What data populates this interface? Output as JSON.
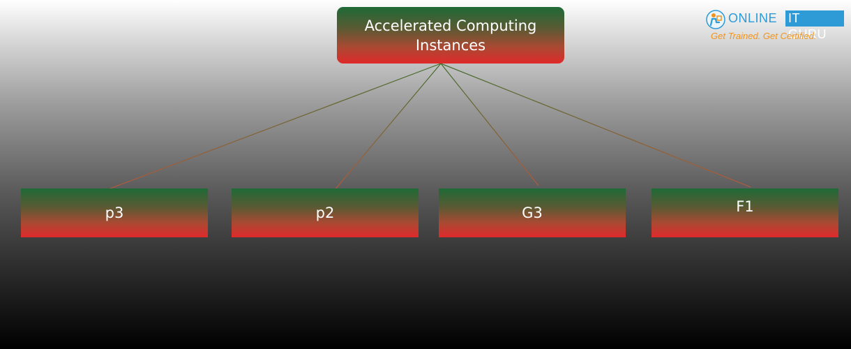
{
  "diagram": {
    "root": {
      "label": "Accelerated Computing\nInstances"
    },
    "children": [
      {
        "label": "p3"
      },
      {
        "label": "p2"
      },
      {
        "label": "G3"
      },
      {
        "label": "F1"
      }
    ]
  },
  "logo": {
    "word_online": "ONLINE",
    "word_it_guru": "IT GURU",
    "tagline": "Get Trained. Get Certified.",
    "icon": "person-at-computer-icon"
  },
  "colors": {
    "box_top": "#1e6a37",
    "box_bottom": "#e02a2a",
    "connector_green": "#3f6b2a",
    "connector_red": "#b65a3a",
    "logo_blue": "#2e9ad6",
    "logo_orange": "#f0941e"
  }
}
